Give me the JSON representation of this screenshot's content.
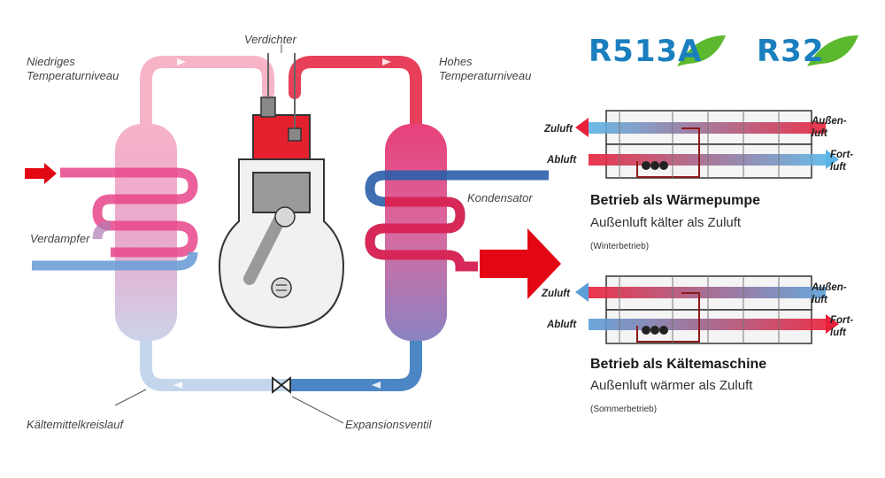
{
  "labels": {
    "low_temp_line1": "Niedriges",
    "low_temp_line2": "Temperaturniveau",
    "compressor": "Verdichter",
    "high_temp_line1": "Hohes",
    "high_temp_line2": "Temperaturniveau",
    "condenser": "Kondensator",
    "evaporator": "Verdampfer",
    "refrigerant_circuit": "Kältemittelkreislauf",
    "expansion_valve": "Expansionsventil"
  },
  "logos": {
    "r513a": "R513A",
    "r32": "R32",
    "leaf_color": "#5cb82e",
    "text_color": "#1b7fbf"
  },
  "units": {
    "top": {
      "zuluft": "Zuluft",
      "abluft": "Abluft",
      "aussenluft_line1": "Außen-",
      "aussenluft_line2": "luft",
      "fortluft_line1": "Fort-",
      "fortluft_line2": "luft",
      "heading": "Betrieb als Wärmepumpe",
      "subheading": "Außenluft kälter als Zuluft",
      "note": "(Winterbetrieb)"
    },
    "bottom": {
      "zuluft": "Zuluft",
      "abluft": "Abluft",
      "aussenluft_line1": "Außen-",
      "aussenluft_line2": "luft",
      "fortluft_line1": "Fort-",
      "fortluft_line2": "luft",
      "heading": "Betrieb als Kältemaschine",
      "subheading": "Außenluft wärmer als Zuluft",
      "note": "(Sommerbetrieb)"
    }
  },
  "colors": {
    "hot_red": "#e8202e",
    "cold_blue": "#2a6fb4",
    "arrow_red": "#e30613"
  }
}
